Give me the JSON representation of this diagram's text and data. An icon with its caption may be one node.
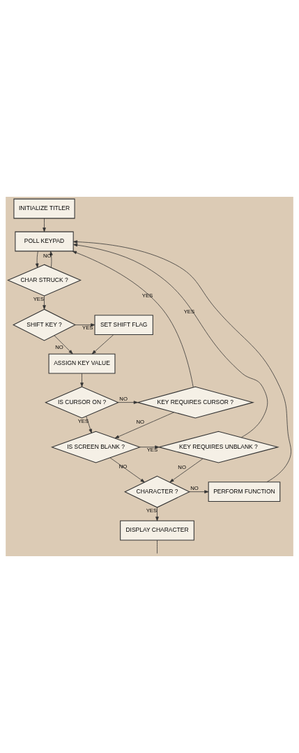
{
  "diagram": {
    "nodes": [
      {
        "text": [
          "INITIALIZE TITLER"
        ]
      },
      {
        "text": [
          "POLL KEYPAD"
        ]
      },
      {
        "text": [
          "CHAR STRUCK ?"
        ]
      },
      {
        "text": [
          "SHIFT KEY ?"
        ]
      },
      {
        "text": [
          "SET SHIFT FLAG"
        ]
      },
      {
        "text": [
          "ASSIGN KEY VALUE"
        ]
      },
      {
        "text": [
          "IS CURSOR ON ?"
        ]
      },
      {
        "text": [
          "KEY REQUIRES CURSOR ?"
        ]
      },
      {
        "text": [
          "IS SCREEN BLANK ?"
        ]
      },
      {
        "text": [
          "KEY REQUIRES UNBLANK ?"
        ]
      },
      {
        "text": [
          "CHARACTER ?"
        ]
      },
      {
        "text": [
          "PERFORM FUNCTION"
        ]
      },
      {
        "text": [
          "DISPLAY CHARACTER"
        ]
      }
    ],
    "edges": [
      {
        "from": 0,
        "to": 1,
        "arrow": "to"
      },
      {
        "from": 1,
        "to": 2,
        "arrow": "to"
      },
      {
        "from": 2,
        "to": 1,
        "arrow": "to",
        "label": "NO"
      },
      {
        "from": 2,
        "to": 3,
        "arrow": "to",
        "label": "YES"
      },
      {
        "from": 3,
        "to": 4,
        "arrow": "to",
        "label": "YES"
      },
      {
        "from": 3,
        "to": 5,
        "arrow": "to",
        "label": "NO"
      },
      {
        "from": 4,
        "to": 5,
        "arrow": "to"
      },
      {
        "from": 5,
        "to": 6,
        "arrow": "to"
      },
      {
        "from": 6,
        "to": 7,
        "arrow": "to",
        "label": "NO"
      },
      {
        "from": 6,
        "to": 8,
        "arrow": "to",
        "label": "YES"
      },
      {
        "from": 7,
        "to": 8,
        "arrow": "to",
        "label": "NO"
      },
      {
        "from": 7,
        "to": 1,
        "arrow": "to",
        "label": "YES"
      },
      {
        "from": 8,
        "to": 9,
        "arrow": "to",
        "label": "YES"
      },
      {
        "from": 8,
        "to": 10,
        "arrow": "to",
        "label": "NO"
      },
      {
        "from": 9,
        "to": 10,
        "arrow": "to",
        "label": "NO"
      },
      {
        "from": 9,
        "to": 1,
        "arrow": "to",
        "label": "YES"
      },
      {
        "from": 10,
        "to": 11,
        "arrow": "to",
        "label": "NO"
      },
      {
        "from": 10,
        "to": 12,
        "arrow": "to",
        "label": "YES"
      },
      {
        "from": 11,
        "to": 1,
        "arrow": "to"
      },
      {
        "from": 12,
        "to": null,
        "arrow": "none"
      }
    ]
  }
}
